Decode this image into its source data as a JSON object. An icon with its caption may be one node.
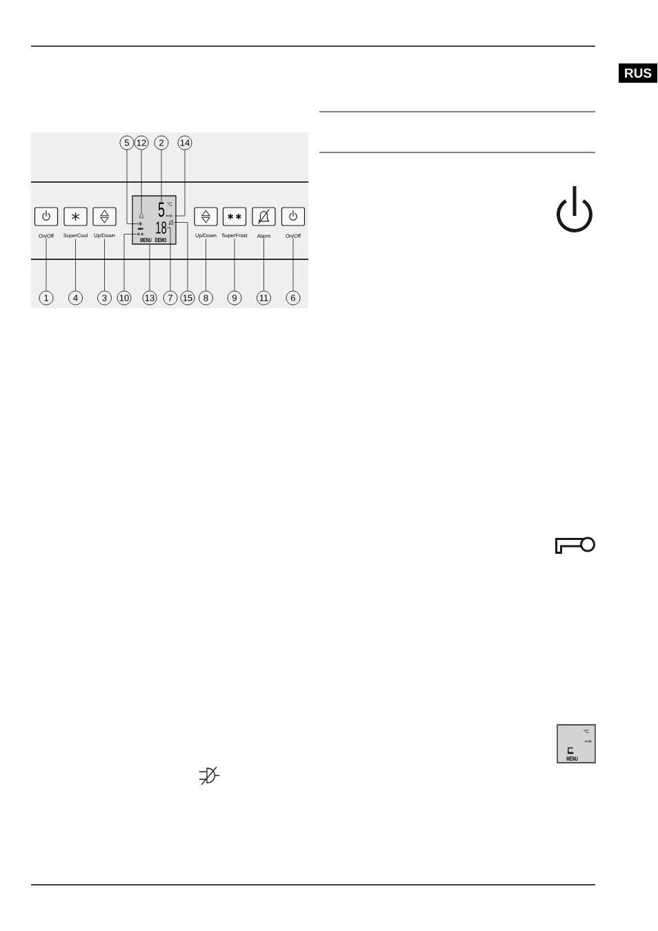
{
  "diagram": {
    "nodes": [
      {
        "text": [
          "RUS"
        ]
      },
      {
        "text": [
          "5"
        ]
      },
      {
        "text": [
          "12"
        ]
      },
      {
        "text": [
          "2"
        ]
      },
      {
        "text": [
          "14"
        ]
      },
      {
        "text": [
          "On/Off"
        ]
      },
      {
        "text": [
          "SuperCool"
        ]
      },
      {
        "text": [
          "Up/Down"
        ]
      },
      {
        "text": [
          "°C",
          "MENU",
          "DEMO"
        ]
      },
      {
        "text": [
          "5"
        ],
        "in": 8
      },
      {
        "text": [],
        "shape": "picture",
        "in": 8
      },
      {
        "text": [],
        "shape": "picture",
        "in": 8
      },
      {
        "text": [],
        "shape": "picture",
        "in": 8
      },
      {
        "text": [
          "18"
        ],
        "in": 8
      },
      {
        "text": [],
        "shape": "picture",
        "in": 8
      },
      {
        "text": [],
        "shape": "picture",
        "in": 8
      },
      {
        "text": [
          "Up/Down"
        ]
      },
      {
        "text": [
          "SuperFrost"
        ]
      },
      {
        "text": [
          "Alarm"
        ]
      },
      {
        "text": [
          "On/Off"
        ]
      },
      {
        "text": [
          "1"
        ]
      },
      {
        "text": [
          "4"
        ]
      },
      {
        "text": [
          "3"
        ]
      },
      {
        "text": [
          "10"
        ]
      },
      {
        "text": [
          "13"
        ]
      },
      {
        "text": [
          "7"
        ]
      },
      {
        "text": [
          "15"
        ]
      },
      {
        "text": [
          "8"
        ]
      },
      {
        "text": [
          "9"
        ]
      },
      {
        "text": [
          "11"
        ]
      },
      {
        "text": [
          "6"
        ]
      },
      {
        "text": [
          "°C",
          "MENU"
        ]
      }
    ],
    "edges": [
      {
        "from": 1,
        "to": 12,
        "arrow": "none"
      },
      {
        "from": 2,
        "to": 10,
        "arrow": "none"
      },
      {
        "from": 3,
        "to": 9,
        "arrow": "none"
      },
      {
        "from": 4,
        "to": 11,
        "arrow": "none"
      },
      {
        "from": 20,
        "to": 5,
        "arrow": "none"
      },
      {
        "from": 21,
        "to": 6,
        "arrow": "none"
      },
      {
        "from": 22,
        "to": 7,
        "arrow": "none"
      },
      {
        "from": 23,
        "to": 15,
        "arrow": "none"
      },
      {
        "from": 24,
        "to": 8,
        "arrow": "none"
      },
      {
        "from": 25,
        "to": 13,
        "arrow": "none"
      },
      {
        "from": 26,
        "to": 14,
        "arrow": "none"
      },
      {
        "from": 27,
        "to": 16,
        "arrow": "none"
      },
      {
        "from": 28,
        "to": 17,
        "arrow": "none"
      },
      {
        "from": 29,
        "to": 18,
        "arrow": "none"
      },
      {
        "from": 30,
        "to": 19,
        "arrow": "none"
      }
    ]
  }
}
